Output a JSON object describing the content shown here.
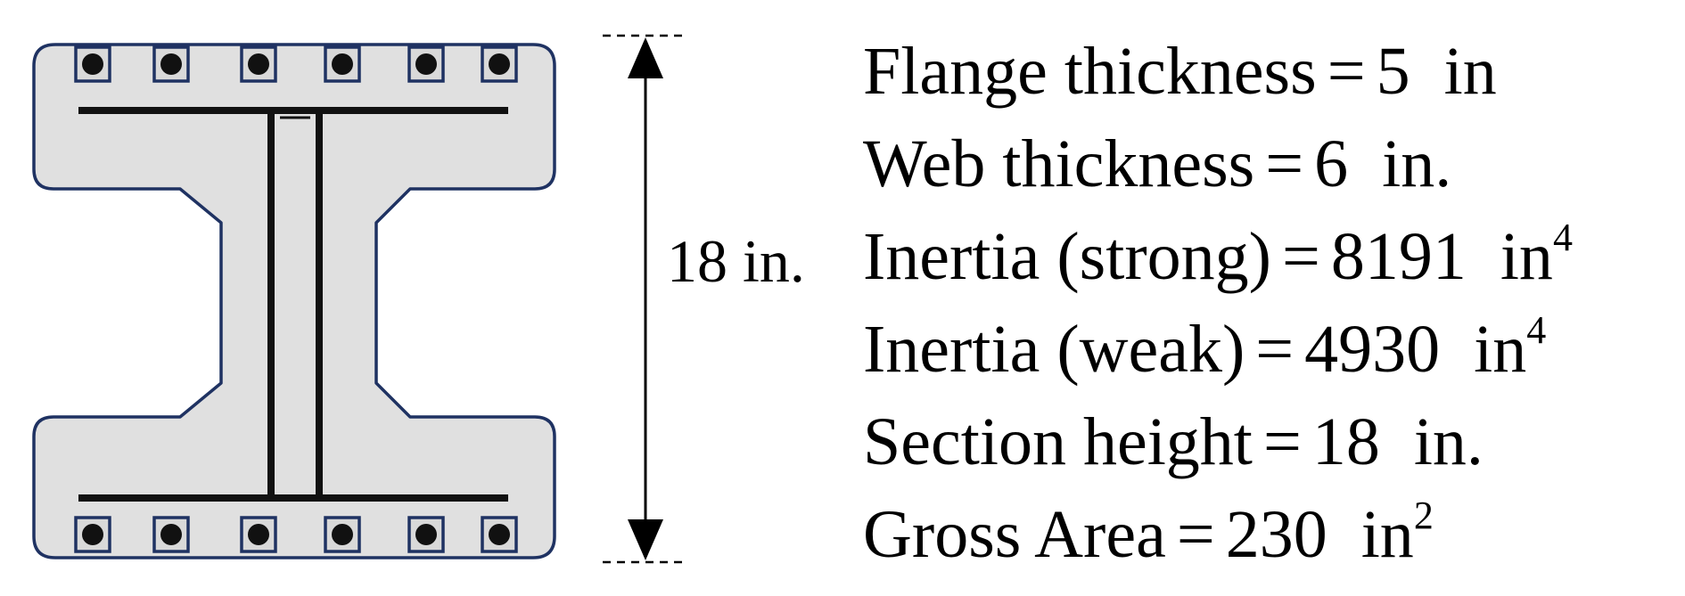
{
  "colors": {
    "section_fill": "#e0e0e0",
    "outline": "#1f3262",
    "steel": "#111111"
  },
  "dimension": {
    "label": "18 in."
  },
  "properties": [
    {
      "label": "Flange thickness",
      "value": "5",
      "unit": "in",
      "exp": ""
    },
    {
      "label": "Web thickness",
      "value": "6",
      "unit": "in.",
      "exp": ""
    },
    {
      "label": "Inertia (strong)",
      "value": "8191",
      "unit": "in",
      "exp": "4"
    },
    {
      "label": "Inertia (weak)",
      "value": "4930",
      "unit": "in",
      "exp": "4"
    },
    {
      "label": "Section height",
      "value": "18",
      "unit": "in.",
      "exp": ""
    },
    {
      "label": "Gross Area",
      "value": "230",
      "unit": "in",
      "exp": "2"
    }
  ],
  "reinforcement": {
    "top_bars": 6,
    "bottom_bars": 6
  }
}
